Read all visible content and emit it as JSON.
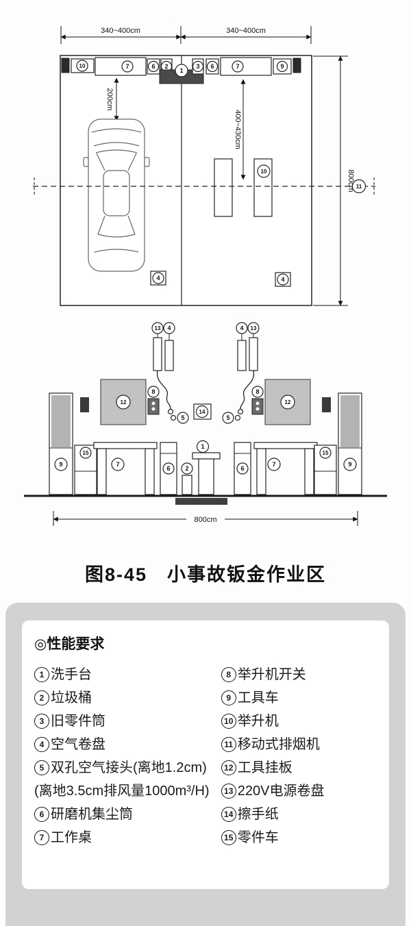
{
  "caption": "图8-45　小事故钣金作业区",
  "plan": {
    "dims": {
      "top_left": "340~400cm",
      "top_right": "340~400cm",
      "right_height": "800cm",
      "car_clearance": "200cm",
      "lift_clearance": "400~430cm"
    },
    "labels": {
      "top_row": [
        "10",
        "7",
        "6",
        "2",
        "1",
        "3",
        "6",
        "7",
        "9"
      ],
      "lift": "10",
      "exhaust": "11",
      "air_reel_left": "4",
      "air_reel_right": "4"
    }
  },
  "elevation": {
    "dim_width": "800cm",
    "labels": {
      "left": {
        "power_reel": "13",
        "air_reel": "4",
        "switch": "8",
        "tool_board": "12",
        "connector": "5",
        "parts_cart": "15",
        "tool_cart": "9",
        "table": "7",
        "dust": "6"
      },
      "center": {
        "wash": "1",
        "trash": "2",
        "towel": "14"
      },
      "right": {
        "air_reel": "4",
        "power_reel": "13",
        "switch": "8",
        "tool_board": "12",
        "connector": "5",
        "parts_cart": "15",
        "tool_cart": "9",
        "table": "7",
        "dust": "6"
      }
    }
  },
  "legend": {
    "title": "◎性能要求",
    "left": [
      {
        "num": "1",
        "label": "洗手台"
      },
      {
        "num": "2",
        "label": "垃圾桶"
      },
      {
        "num": "3",
        "label": "旧零件筒"
      },
      {
        "num": "4",
        "label": "空气卷盘"
      },
      {
        "num": "5",
        "label": "双孔空气接头(离地1.2cm)"
      },
      {
        "num": "",
        "label": "(离地3.5cm排风量1000m³/H)"
      },
      {
        "num": "6",
        "label": "研磨机集尘筒"
      },
      {
        "num": "7",
        "label": "工作桌"
      }
    ],
    "right": [
      {
        "num": "8",
        "label": "举升机开关"
      },
      {
        "num": "9",
        "label": "工具车"
      },
      {
        "num": "10",
        "label": "举升机"
      },
      {
        "num": "11",
        "label": "移动式排烟机"
      },
      {
        "num": "12",
        "label": "工具挂板"
      },
      {
        "num": "13",
        "label": "220V电源卷盘"
      },
      {
        "num": "14",
        "label": "擦手纸"
      },
      {
        "num": "15",
        "label": "零件车"
      }
    ]
  }
}
